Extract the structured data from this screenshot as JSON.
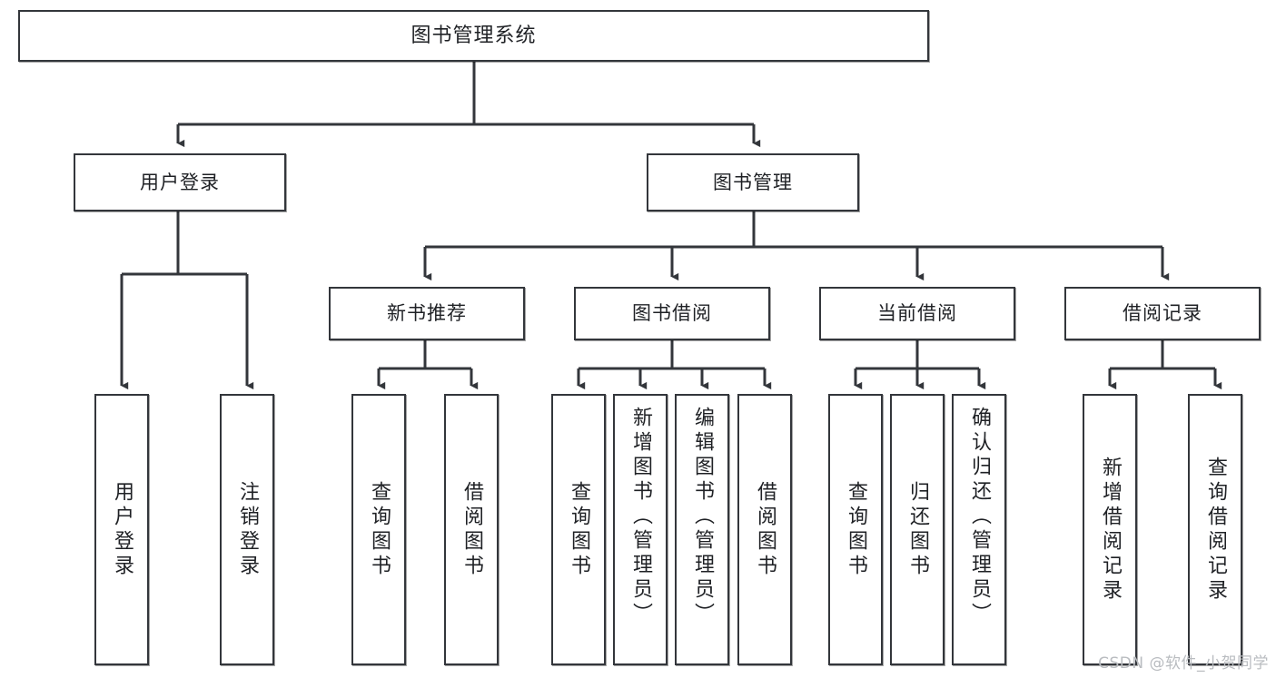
{
  "diagram": {
    "title": "图书管理系统",
    "type": "tree-hierarchy",
    "watermark": "CSDN @软件_小贺同学",
    "nodes": {
      "root": {
        "label": "图书管理系统"
      },
      "level2": [
        {
          "id": "user-login",
          "label": "用户登录"
        },
        {
          "id": "book-manage",
          "label": "图书管理"
        }
      ],
      "level3": [
        {
          "id": "new-book-recommend",
          "label": "新书推荐"
        },
        {
          "id": "book-borrow",
          "label": "图书借阅"
        },
        {
          "id": "current-borrow",
          "label": "当前借阅"
        },
        {
          "id": "borrow-record",
          "label": "借阅记录"
        }
      ],
      "leaves": {
        "user-login": [
          {
            "id": "leaf-user-login",
            "label": "用户登录"
          },
          {
            "id": "leaf-logout-login",
            "label": "注销登录"
          }
        ],
        "new-book-recommend": [
          {
            "id": "leaf-query-book-1",
            "label": "查询图书"
          },
          {
            "id": "leaf-borrow-book-1",
            "label": "借阅图书"
          }
        ],
        "book-borrow": [
          {
            "id": "leaf-query-book-2",
            "label": "查询图书"
          },
          {
            "id": "leaf-add-book",
            "label": "新增图书（管理员）"
          },
          {
            "id": "leaf-edit-book",
            "label": "编辑图书（管理员）"
          },
          {
            "id": "leaf-borrow-book-2",
            "label": "借阅图书"
          }
        ],
        "current-borrow": [
          {
            "id": "leaf-query-book-3",
            "label": "查询图书"
          },
          {
            "id": "leaf-return-book",
            "label": "归还图书"
          },
          {
            "id": "leaf-confirm-return",
            "label": "确认归还（管理员）"
          }
        ],
        "borrow-record": [
          {
            "id": "leaf-add-record",
            "label": "新增借阅记录"
          },
          {
            "id": "leaf-query-record",
            "label": "查询借阅记录"
          }
        ]
      }
    },
    "colors": {
      "border": "#33363b",
      "background": "#ffffff",
      "text": "#1f2125",
      "watermark": "#b9bcc0"
    }
  }
}
